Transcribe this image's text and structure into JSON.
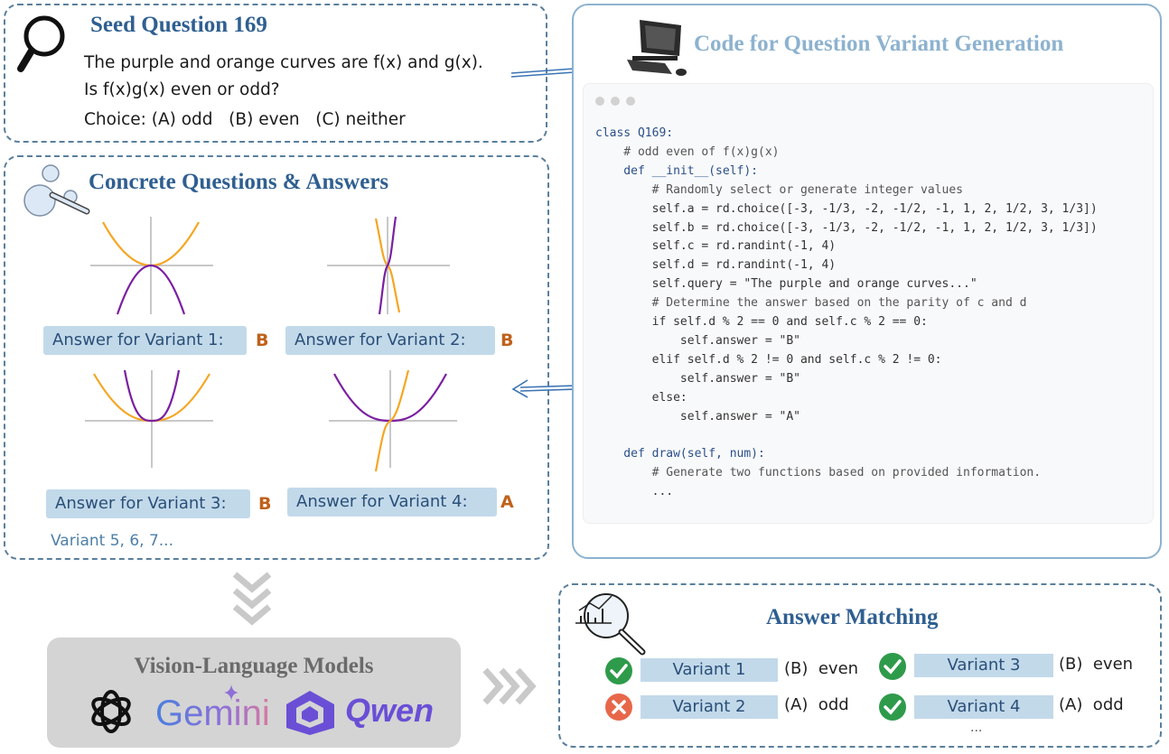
{
  "seed": {
    "title": "Seed Question 169",
    "line1": "The purple and orange curves are f(x) and g(x).",
    "line2": "Is f(x)g(x) even or odd?",
    "choices": "Choice: (A) odd   (B) even   (C) neither"
  },
  "concrete": {
    "title": "Concrete Questions & Answers",
    "variants": [
      {
        "label": "Answer for Variant 1:",
        "answer": "B"
      },
      {
        "label": "Answer for Variant 2:",
        "answer": "B"
      },
      {
        "label": "Answer for Variant 3:",
        "answer": "B"
      },
      {
        "label": "Answer for Variant 4:",
        "answer": "A"
      }
    ],
    "more": "Variant 5, 6, 7..."
  },
  "code": {
    "title": "Code for Question Variant Generation",
    "lines": [
      "class Q169:",
      "    # odd even of f(x)g(x)",
      "    def __init__(self):",
      "        # Randomly select or generate integer values",
      "        self.a = rd.choice([-3, -1/3, -2, -1/2, -1, 1, 2, 1/2, 3, 1/3])",
      "        self.b = rd.choice([-3, -1/3, -2, -1/2, -1, 1, 2, 1/2, 3, 1/3])",
      "        self.c = rd.randint(-1, 4)",
      "        self.d = rd.randint(-1, 4)",
      "        self.query = \"The purple and orange curves...\"",
      "        # Determine the answer based on the parity of c and d",
      "        if self.d % 2 == 0 and self.c % 2 == 0:",
      "            self.answer = \"B\"",
      "        elif self.d % 2 != 0 and self.c % 2 != 0:",
      "            self.answer = \"B\"",
      "        else:",
      "            self.answer = \"A\"",
      "",
      "    def draw(self, num):",
      "        # Generate two functions based on provided information.",
      "        ..."
    ]
  },
  "vlm": {
    "title": "Vision-Language Models",
    "logos": [
      "openai-logo",
      "Gemini",
      "qwen-logo",
      "Qwen"
    ]
  },
  "matching": {
    "title": "Answer Matching",
    "rows": [
      {
        "variant": "Variant 1",
        "answer": "(B)  even",
        "status": "correct"
      },
      {
        "variant": "Variant 3",
        "answer": "(B)  even",
        "status": "correct"
      },
      {
        "variant": "Variant 2",
        "answer": "(A)  odd",
        "status": "wrong"
      },
      {
        "variant": "Variant 4",
        "answer": "(A)  odd",
        "status": "correct"
      }
    ],
    "more": "..."
  },
  "colors": {
    "purple": "#7b1fa2",
    "orange": "#f5a623",
    "title_blue": "#2f5f91",
    "check_green": "#2e9b4b",
    "cross_red": "#e8674a"
  }
}
